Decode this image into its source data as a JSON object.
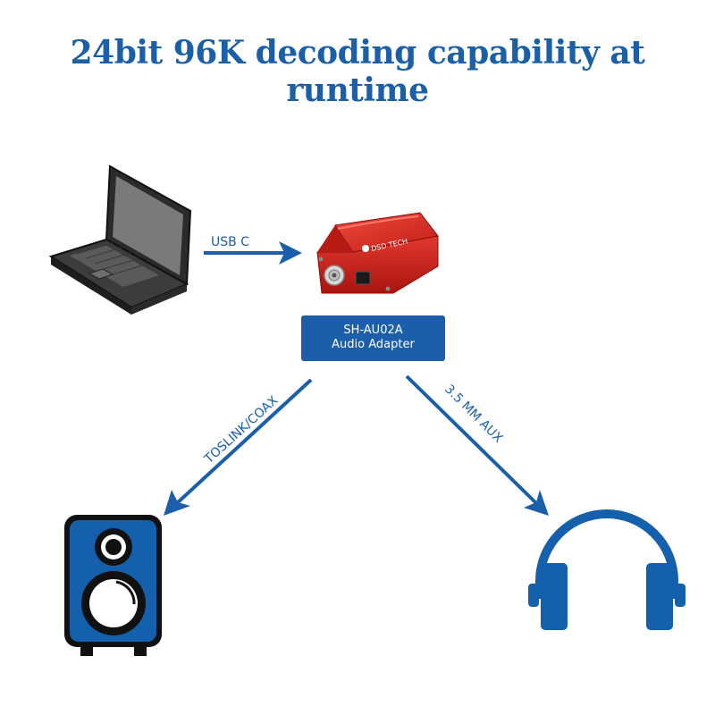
{
  "title": "24bit 96K decoding capability at runtime",
  "device": {
    "model": "SH-AU02A",
    "description": "Audio Adapter",
    "brand": "DSD TECH"
  },
  "connections": {
    "usb": "USB C",
    "optical": "TOSLINK/COAX",
    "aux": "3.5 MM AUX"
  },
  "colors": {
    "accent_blue": "#1b5ea9",
    "device_red": "#c8201c",
    "laptop_dark": "#3a3a3a"
  },
  "icons": [
    "laptop-icon",
    "audio-adapter-icon",
    "speaker-icon",
    "headphones-icon"
  ]
}
